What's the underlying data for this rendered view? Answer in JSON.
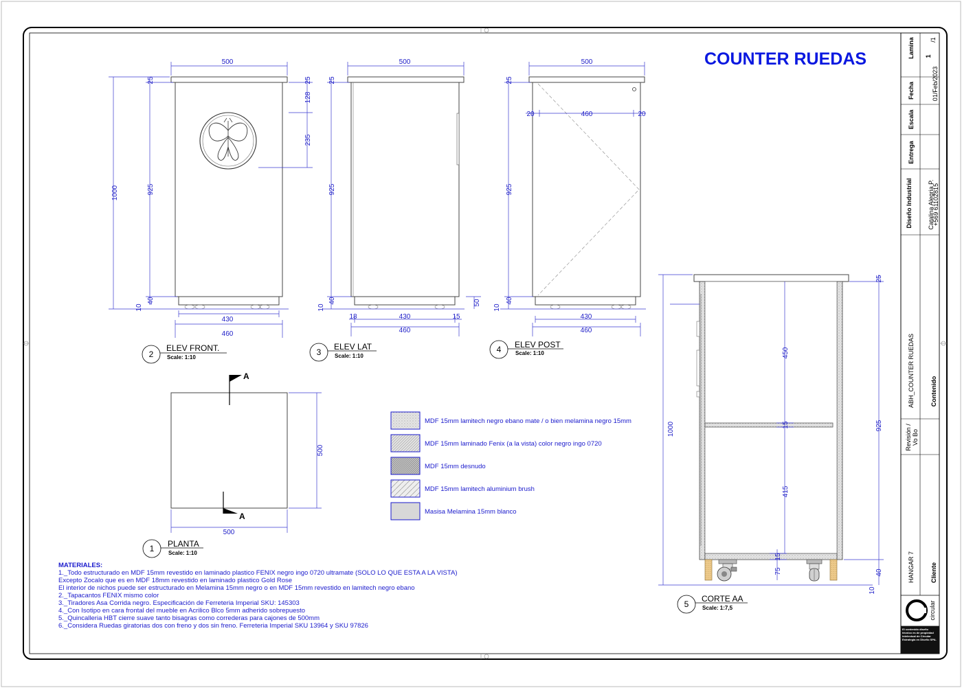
{
  "title": "COUNTER RUEDAS",
  "views": {
    "front": {
      "number": "2",
      "name": "ELEV FRONT.",
      "scale": "Scale: 1:10"
    },
    "side": {
      "number": "3",
      "name": "ELEV LAT",
      "scale": "Scale: 1:10"
    },
    "back": {
      "number": "4",
      "name": "ELEV POST",
      "scale": "Scale: 1:10"
    },
    "plan": {
      "number": "1",
      "name": "PLANTA",
      "scale": "Scale: 1:10"
    },
    "section": {
      "number": "5",
      "name": "CORTE AA",
      "scale": "Scale: 1:7,5"
    }
  },
  "dims": {
    "w500": "500",
    "w460": "460",
    "w430": "430",
    "w20": "20",
    "w15": "15",
    "w18": "18",
    "h1000": "1000",
    "h925": "925",
    "h25": "25",
    "h128": "128",
    "h235": "235",
    "h10": "10",
    "h40": "40",
    "h50": "50",
    "h450": "450",
    "h415": "415",
    "h75": "75",
    "h15": "15",
    "sectionA": "A"
  },
  "legend": [
    {
      "label": "MDF 15mm lamitech negro ebano mate / o bien melamina negro 15mm",
      "color": "#d8d8d8",
      "hatch": "dots"
    },
    {
      "label": "MDF 15mm laminado Fenix (a la vista) color negro ingo 0720",
      "color": "#dcdcdc",
      "hatch": "diag"
    },
    {
      "label": "MDF 15mm desnudo",
      "color": "#c8c8c8",
      "hatch": "cross"
    },
    {
      "label": "MDF 15mm lamitech aluminium brush",
      "color": "#e8e8e8",
      "hatch": "wide"
    },
    {
      "label": "Masisa Melamina 15mm blanco",
      "color": "#d4d4d4",
      "hatch": "none"
    }
  ],
  "materials": {
    "heading": "MATERIALES:",
    "lines": [
      "1._Todo estructurado en MDF 15mm revestido en laminado plastico FENIX negro ingo 0720 ultramate (SOLO LO QUE ESTA A LA VISTA)",
      "Excepto Zocalo que es en MDF 18mm revestido en laminado plastico Gold Rose",
      "El interior de nichos puede ser estructurado en Melamina 15mm negro o en MDF 15mm revestido en lamitech negro ebano",
      "2._Tapacantos FENIX mismo color",
      "3._Tiradores Asa Corrida negro. Especificación de Ferreteria Imperial SKU: 145303",
      "4._Con Isotipo en cara frontal del mueble en Acrilico Blco 5mm adherido sobrepuesto",
      "5._Quincalleria HBT cierre suave tanto bisagras como correderas para cajones de 500mm",
      "6._Considera Ruedas giratorias dos con freno y dos sin freno. Ferreteria Imperial SKU 13964 y SKU 97826"
    ]
  },
  "title_block": {
    "lamina_label": "Lamina",
    "lamina_value": "1",
    "lamina_total": "/1",
    "fecha_label": "Fecha",
    "fecha_value": "01/Feb/2023",
    "escala_label": "Escala",
    "entrega_label": "Entrega",
    "designer_label": "Diseño Industrial",
    "designer_name": "Catalina Alegria P.",
    "designer_phone": "+569 61102815",
    "content_label": "Contenido",
    "content_value": "ABH_COUNTER RUEDAS",
    "revision_label": "Revisión /",
    "vobo_label": "Vo Bo",
    "client_label": "Cliente",
    "client_value": "HANGAR 7",
    "logo_text": "circular",
    "footer_note": "El contenido diseño técnico es de propiedad intelectual de Circular Estrategia en Diseño SPA."
  },
  "colors": {
    "accent": "#0a18e0",
    "dims": "#2020c8",
    "wood": "#e8c890"
  }
}
